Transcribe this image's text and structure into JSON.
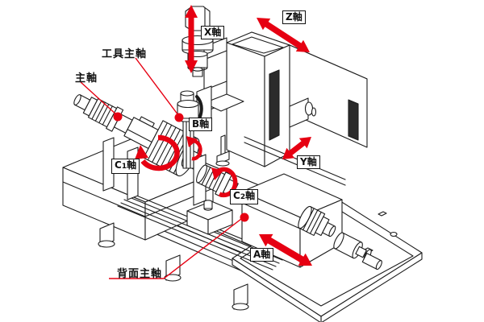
{
  "figure": {
    "colors": {
      "annotation": "#e60012",
      "line": "#1c1c1c",
      "background": "#ffffff"
    },
    "axes": {
      "x": {
        "label": "X軸",
        "motion": "linear"
      },
      "z": {
        "label": "Z軸",
        "motion": "linear"
      },
      "y": {
        "label": "Y軸",
        "motion": "linear"
      },
      "b": {
        "label": "B軸",
        "motion": "rotary"
      },
      "a": {
        "label": "A軸",
        "motion": "linear"
      },
      "c1": {
        "prefix": "C",
        "sub": "1",
        "suffix": "軸",
        "motion": "rotary"
      },
      "c2": {
        "prefix": "C",
        "sub": "2",
        "suffix": "軸",
        "motion": "rotary"
      }
    },
    "parts": {
      "main_spindle": "主軸",
      "tool_spindle": "工具主軸",
      "back_spindle": "背面主軸"
    }
  }
}
